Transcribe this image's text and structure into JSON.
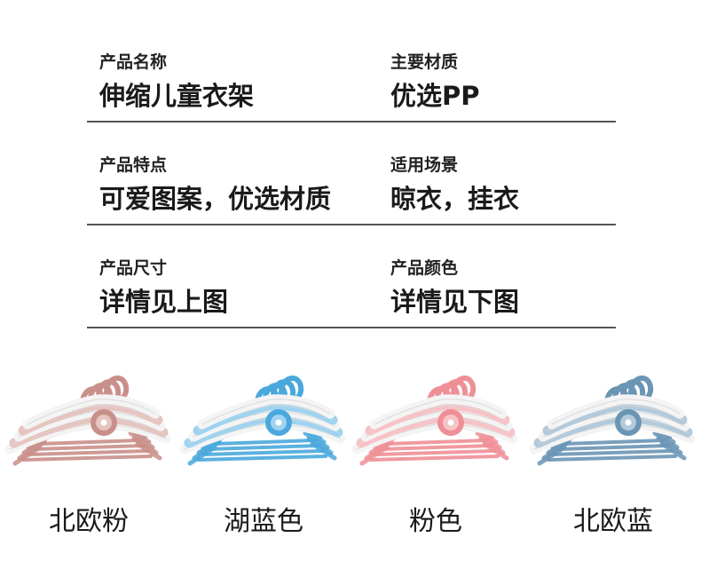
{
  "specs": [
    {
      "left": {
        "label": "产品名称",
        "value": "伸缩儿童衣架"
      },
      "right": {
        "label": "主要材质",
        "value": "优选PP"
      }
    },
    {
      "left": {
        "label": "产品特点",
        "value": "可爱图案，优选材质"
      },
      "right": {
        "label": "适用场景",
        "value": "晾衣，挂衣"
      }
    },
    {
      "left": {
        "label": "产品尺寸",
        "value": "详情见上图"
      },
      "right": {
        "label": "产品颜色",
        "value": "详情见下图"
      }
    }
  ],
  "products": [
    {
      "name": "北欧粉",
      "color": "#c98f8a",
      "light": "#e6c4c0"
    },
    {
      "name": "湖蓝色",
      "color": "#4aa8dc",
      "light": "#9fd3ef"
    },
    {
      "name": "粉色",
      "color": "#ee8f96",
      "light": "#f7c3c6"
    },
    {
      "name": "北欧蓝",
      "color": "#6a95b5",
      "light": "#b3cadb"
    }
  ]
}
